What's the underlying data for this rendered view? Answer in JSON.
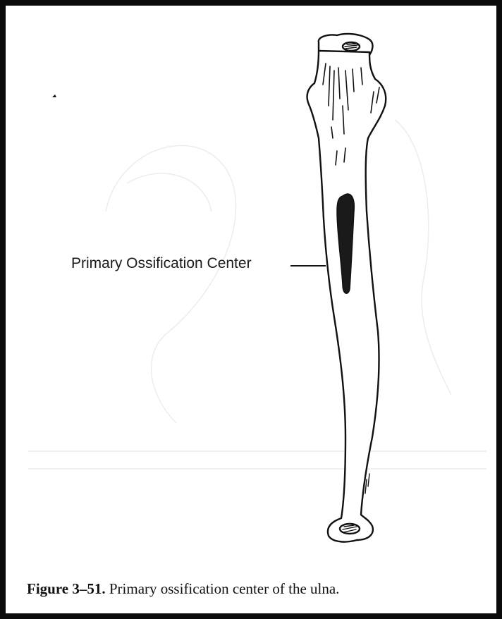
{
  "figure": {
    "label": "Primary Ossification Center",
    "caption_number": "Figure 3–51.",
    "caption_text": " Primary ossification center of the ulna."
  },
  "colors": {
    "ink": "#111111",
    "paper": "#ffffff",
    "frame": "#0a0a0a",
    "ossification_fill": "#1a1a1a"
  },
  "icons": [
    "ulna-bone-drawing",
    "ossification-center-mark",
    "leader-line"
  ]
}
